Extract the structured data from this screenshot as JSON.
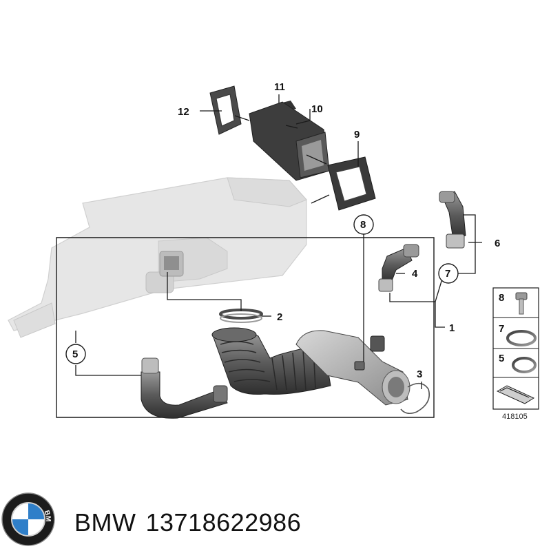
{
  "callouts": {
    "c1": "1",
    "c2": "2",
    "c3": "3",
    "c4": "4",
    "c5": "5",
    "c6": "6",
    "c7": "7",
    "c8": "8",
    "c9": "9",
    "c10": "10",
    "c11": "11",
    "c12": "12"
  },
  "legend": {
    "row1": "8",
    "row2": "7",
    "row3": "5"
  },
  "figure_number": "418105",
  "caption": {
    "brand": "BMW",
    "part_number": "13718622986"
  },
  "logo": {
    "letters": "BMW"
  },
  "colors": {
    "line": "#1a1a1a",
    "part_dark": "#3a3a3a",
    "ghost": "#e4e4e4",
    "bmw_blue": "#2f7fc9"
  }
}
